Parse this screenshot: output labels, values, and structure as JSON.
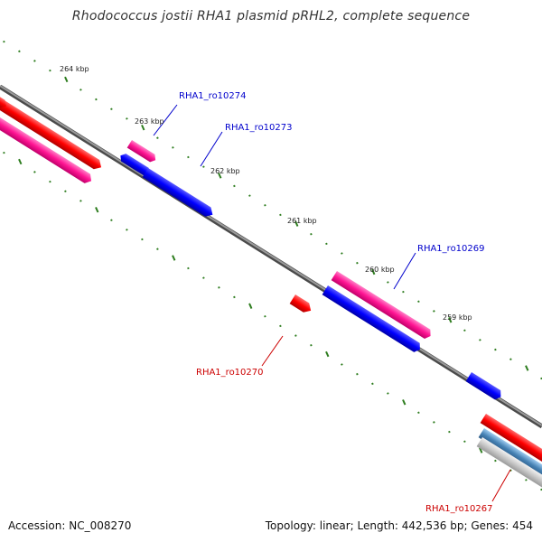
{
  "title": "Rhodococcus jostii RHA1 plasmid pRHL2, complete sequence",
  "footer": {
    "accession": "Accession: NC_008270",
    "summary": "Topology: linear; Length: 442,536 bp; Genes: 454"
  },
  "colors": {
    "backbone": "#777777",
    "tick": "#2e7d1f",
    "forward_cds": "#ff0000",
    "reverse_cds": "#0000ff",
    "gene_pink": "#ff1493",
    "blue_label": "#0000cc",
    "red_label": "#cc0000"
  },
  "scale_labels": [
    "264 kbp",
    "263 kbp",
    "262 kbp",
    "261 kbp",
    "260 kbp",
    "259 kbp"
  ],
  "feature_labels": [
    {
      "text": "RHA1_ro10274",
      "color": "blue"
    },
    {
      "text": "RHA1_ro10273",
      "color": "blue"
    },
    {
      "text": "RHA1_ro10269",
      "color": "blue"
    },
    {
      "text": "RHA1_ro10270",
      "color": "red"
    },
    {
      "text": "RHA1_ro10267",
      "color": "red"
    }
  ]
}
